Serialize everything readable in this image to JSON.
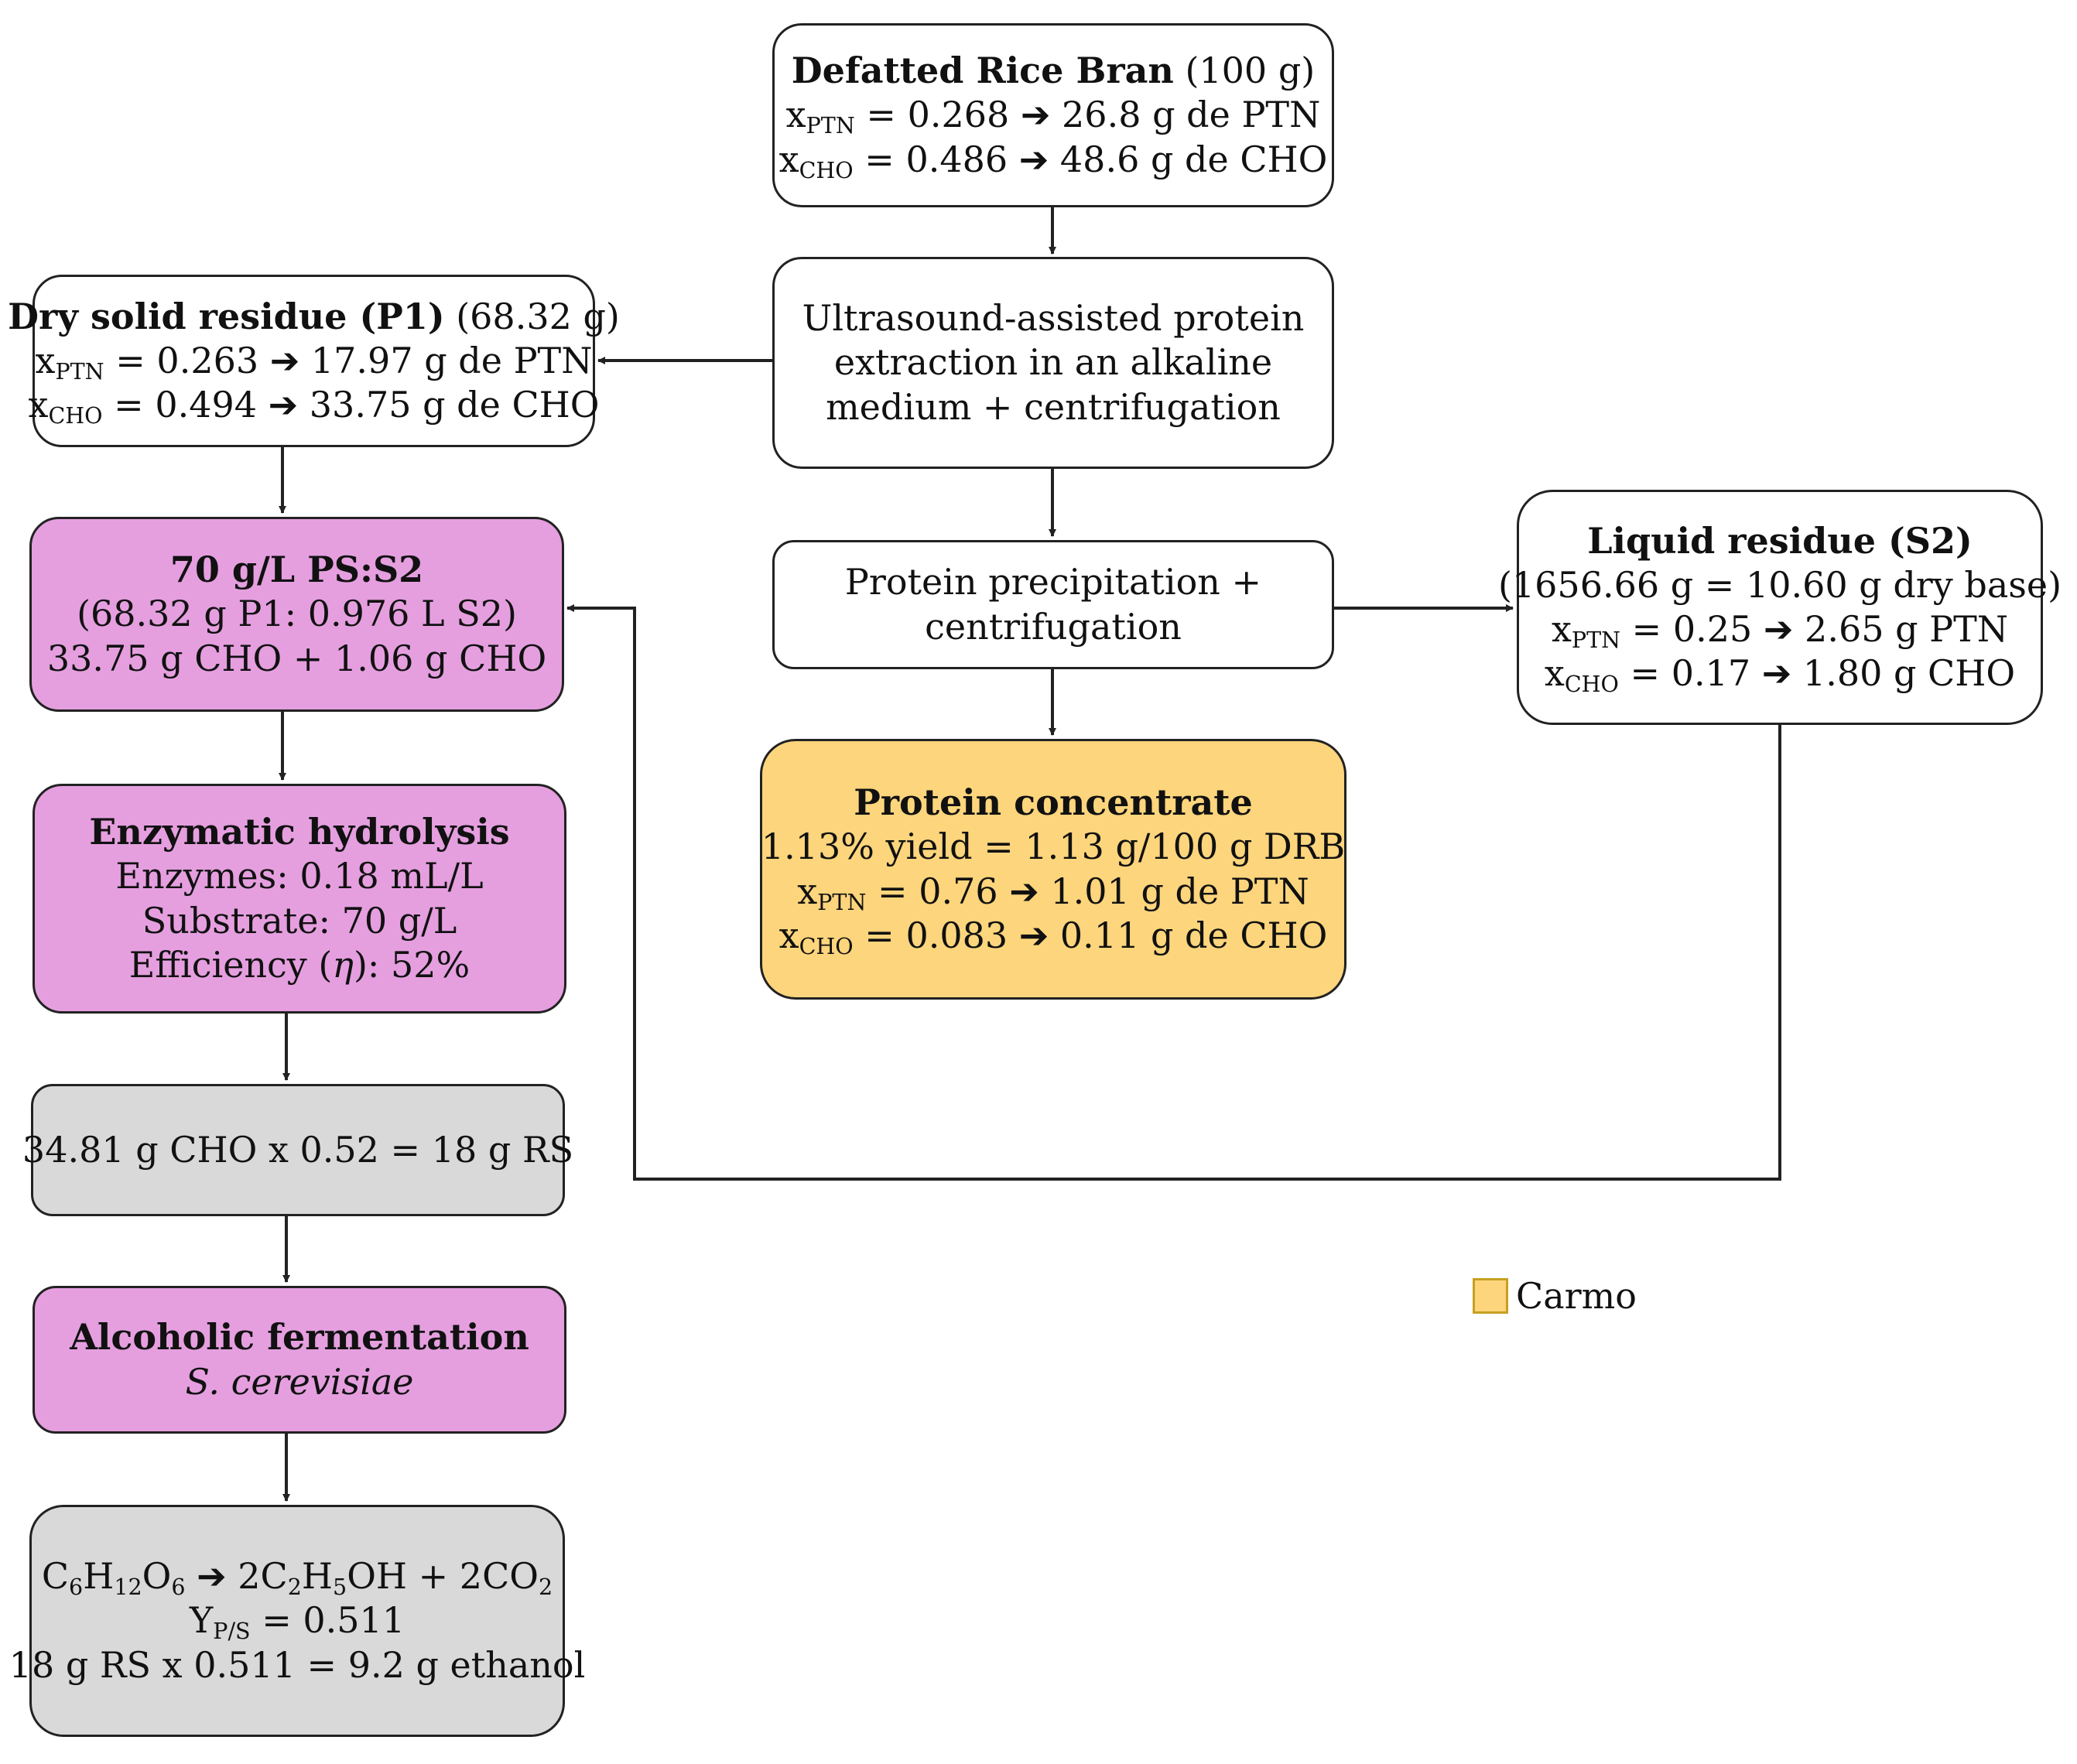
{
  "colors": {
    "pink": "#e59fdf",
    "gray": "#d9d9d9",
    "yellow": "#fdd57c",
    "line": "#222222"
  },
  "drb": {
    "title": "Defatted Rice Bran",
    "title_suffix": " (100 g)",
    "l2_pre": "x",
    "l2_sub": "PTN",
    "l2_post": " = 0.268 ➔ 26.8 g de PTN",
    "l3_pre": "x",
    "l3_sub": "CHO",
    "l3_post": " = 0.486 ➔ 48.6 g de CHO"
  },
  "ultrasound": {
    "l1": "Ultrasound-assisted protein",
    "l2": "extraction in an alkaline",
    "l3": "medium + centrifugation"
  },
  "p1": {
    "title": "Dry solid residue (P1)",
    "title_suffix": " (68.32 g)",
    "l2_pre": "x",
    "l2_sub": "PTN",
    "l2_post": " = 0.263 ➔ 17.97 g de PTN",
    "l3_pre": "x",
    "l3_sub": "CHO",
    "l3_post": " = 0.494 ➔ 33.75 g de CHO"
  },
  "ps_s2": {
    "title": "70 g/L PS:S2",
    "l2": "(68.32 g P1: 0.976 L S2)",
    "l3": "33.75 g CHO + 1.06 g CHO"
  },
  "precip": {
    "l1": "Protein precipitation +",
    "l2": "centrifugation"
  },
  "s2": {
    "title": "Liquid residue (S2)",
    "l2": "(1656.66 g =  10.60 g dry base)",
    "l3_pre": "x",
    "l3_sub": "PTN",
    "l3_post": " = 0.25 ➔ 2.65 g PTN",
    "l4_pre": "x",
    "l4_sub": "CHO",
    "l4_post": " = 0.17 ➔ 1.80 g CHO"
  },
  "concentrate": {
    "title": "Protein concentrate",
    "l2": "1.13% yield =  1.13 g/100 g DRB",
    "l3_pre": "x",
    "l3_sub": "PTN",
    "l3_post": " = 0.76 ➔ 1.01 g de PTN",
    "l4_pre": "x",
    "l4_sub": "CHO",
    "l4_post": " = 0.083 ➔ 0.11 g de CHO"
  },
  "hydrolysis": {
    "title": "Enzymatic hydrolysis",
    "l2": "Enzymes: 0.18 mL/L",
    "l3": "Substrate: 70 g/L",
    "l4_pre": "Efficiency (",
    "l4_ital": "η",
    "l4_post": "): 52%"
  },
  "rs": {
    "l1": "34.81 g CHO x 0.52 = 18 g RS"
  },
  "fermentation": {
    "title": "Alcoholic fermentation",
    "l2": "S. cerevisiae"
  },
  "reaction": {
    "eq": [
      {
        "t": "C"
      },
      {
        "s": "6"
      },
      {
        "t": "H"
      },
      {
        "s": "12"
      },
      {
        "t": "O"
      },
      {
        "s": "6"
      },
      {
        "t": " ➔ 2C"
      },
      {
        "s": "2"
      },
      {
        "t": "H"
      },
      {
        "s": "5"
      },
      {
        "t": "OH + 2CO"
      },
      {
        "s": "2"
      }
    ],
    "l2_pre": "Y",
    "l2_sub": "P/S",
    "l2_post": " = 0.511",
    "l3": "18 g RS x 0.511 = 9.2 g ethanol"
  },
  "legend": {
    "label": "Carmo"
  }
}
